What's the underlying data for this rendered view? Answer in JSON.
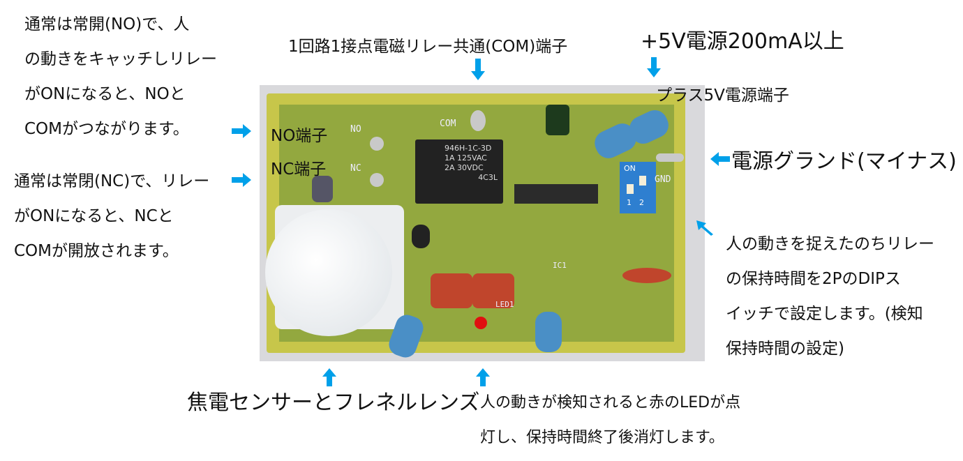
{
  "annotations": {
    "no_terminal_desc": [
      "通常は常開(NO)で、人",
      "の動きをキャッチしリレー",
      "がONになると、NOと",
      "COMがつながります。"
    ],
    "nc_terminal_desc": [
      "通常は常閉(NC)で、リレー",
      "がONになると、NCと",
      "COMが開放されます。"
    ],
    "com_terminal": "1回路1接点電磁リレー共通(COM)端子",
    "power_requirement": "+5V電源200mA以上",
    "plus_5v_terminal": "プラス5V電源端子",
    "no_terminal": "NO端子",
    "nc_terminal": "NC端子",
    "ground_terminal": "電源グランド(マイナス)",
    "dip_switch_desc": [
      "人の動きを捉えたのちリレー",
      "の保持時間を2PのDIPス",
      "イッチで設定します。(検知",
      "保持時間の設定)"
    ],
    "pir_sensor": "焦電センサーとフレネルレンズ",
    "led_desc": [
      "人の動きが検知されると赤のLEDが点",
      "灯し、保持時間終了後消灯します。"
    ]
  },
  "pcb_labels": {
    "com": "COM",
    "no": "NO",
    "nc": "NC",
    "gnd": "GND",
    "on": "ON",
    "dip1": "1",
    "dip2": "2",
    "relay_model": "946H-1C-3D",
    "relay_rating1": "1A 125VAC",
    "relay_rating2": "2A 30VDC",
    "relay_code": "4C3L",
    "led1": "LED1",
    "ic1": "IC1"
  },
  "colors": {
    "arrow": "#00a0e9",
    "pcb": "#93a83f",
    "dip": "#2e7fd0"
  }
}
